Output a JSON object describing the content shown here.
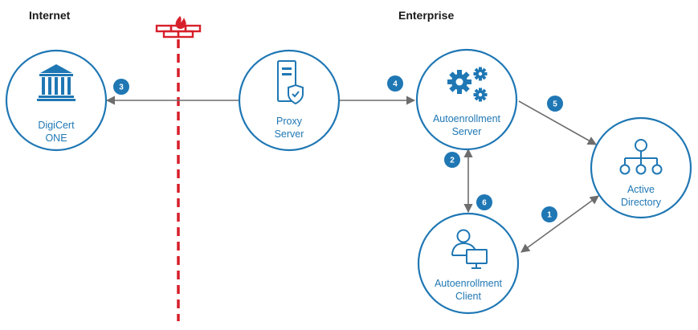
{
  "zones": {
    "internet": "Internet",
    "enterprise": "Enterprise"
  },
  "nodes": {
    "digicert": {
      "line1": "DigiCert",
      "line2": "ONE",
      "icon": "bank-building-icon"
    },
    "proxy": {
      "line1": "Proxy",
      "line2": "Server",
      "icon": "server-shield-icon"
    },
    "autoenroll_server": {
      "line1": "Autoenrollment",
      "line2": "Server",
      "icon": "gears-icon"
    },
    "active_directory": {
      "line1": "Active",
      "line2": "Directory",
      "icon": "hierarchy-icon"
    },
    "autoenroll_client": {
      "line1": "Autoenrollment",
      "line2": "Client",
      "icon": "user-computer-icon"
    }
  },
  "steps": {
    "s1": "1",
    "s2": "2",
    "s3": "3",
    "s4": "4",
    "s5": "5",
    "s6": "6"
  },
  "firewall": {
    "icon": "firewall-icon"
  },
  "colors": {
    "node_stroke": "#1f77b4",
    "node_text": "#1f77b4",
    "icon": "#1f77b4",
    "badge": "#1f77b4",
    "arrow": "#6d6d6d",
    "firewall": "#d7202b"
  }
}
